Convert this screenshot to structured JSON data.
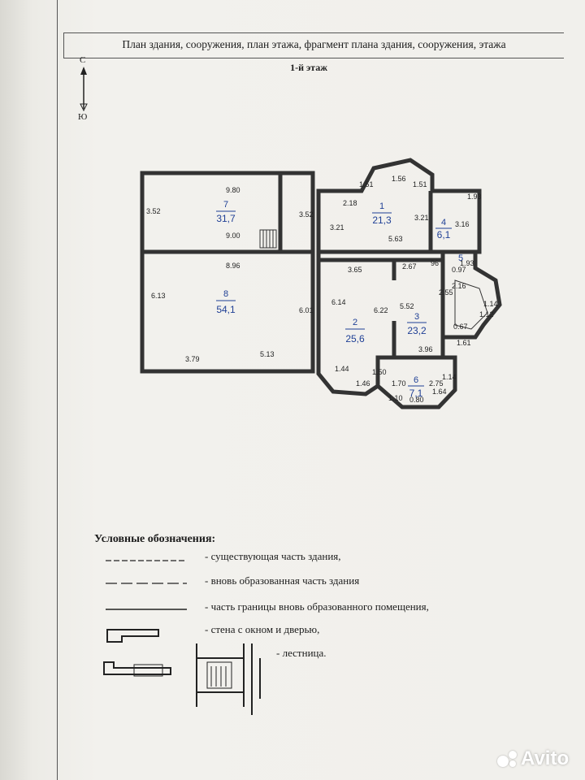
{
  "header": {
    "title": "План здания, сооружения, план этажа, фрагмент плана здания, сооружения, этажа"
  },
  "floor_title": "1-й этаж",
  "compass": {
    "north": "С",
    "south": "Ю"
  },
  "rooms": [
    {
      "num": "7",
      "area": "31,7"
    },
    {
      "num": "8",
      "area": "54,1"
    },
    {
      "num": "1",
      "area": "21,3"
    },
    {
      "num": "4",
      "area": "6,1"
    },
    {
      "num": "5",
      "area": ""
    },
    {
      "num": "2",
      "area": "25,6"
    },
    {
      "num": "3",
      "area": "23,2"
    },
    {
      "num": "6",
      "area": "7,1"
    }
  ],
  "dimensions": [
    "3.52",
    "9.80",
    "9.00",
    "3.52",
    "2.18",
    "3.21",
    "1.51",
    "1.56",
    "1.51",
    "3.21",
    "1.93",
    "3.16",
    "5.63",
    "8.96",
    "6.13",
    "6.01",
    "3.79",
    "5.13",
    "3.65",
    "2.67",
    "96",
    "1.93",
    "2.55",
    "2.16",
    "6.14",
    "6.22",
    "5.52",
    "1.14",
    "1.12",
    "0.67",
    "1.61",
    "3.96",
    "1.44",
    "1.46",
    "1.50",
    "1.70",
    "2.75",
    "1.14",
    "1.64",
    "1.10",
    "0.80",
    "0.97"
  ],
  "legend": {
    "title": "Условные обозначения:",
    "items": [
      "- существующая часть здания,",
      "- вновь образованная часть здания",
      "- часть границы вновь образованного  помещения,",
      "-  стена с окном и дверью,",
      "- лестница."
    ]
  },
  "watermark": "Avito"
}
